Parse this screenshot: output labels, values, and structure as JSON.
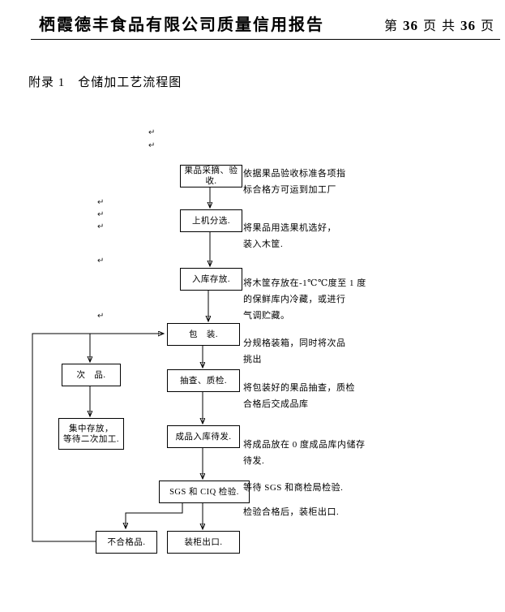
{
  "header": {
    "title": "栖霞德丰食品有限公司质量信用报告",
    "page_prefix": "第",
    "page_current": "36",
    "page_label": "页",
    "page_conj": "共",
    "page_total": "36",
    "page_suffix": "页"
  },
  "appendix_title": "附录 1　仓储加工艺流程图",
  "flowchart": {
    "marks_glyph": "↵",
    "boxes": [
      {
        "id": "pick",
        "label": "果品采摘、验收."
      },
      {
        "id": "sort",
        "label": "上机分选."
      },
      {
        "id": "store",
        "label": "入库存放."
      },
      {
        "id": "pack",
        "label": "包　装."
      },
      {
        "id": "defect",
        "label": "次　品."
      },
      {
        "id": "inspect",
        "label": "抽查、质检."
      },
      {
        "id": "hold",
        "label": "集中存放，\n等待二次加工."
      },
      {
        "id": "finished",
        "label": "成品入库待发."
      },
      {
        "id": "sgs",
        "label": "SGS 和 CIQ 检验."
      },
      {
        "id": "reject",
        "label": "不合格品."
      },
      {
        "id": "export",
        "label": "装柜出口."
      }
    ],
    "notes": [
      {
        "text": "依据果品验收标准各项指\n标合格方可运到加工厂"
      },
      {
        "text": "将果品用选果机选好，\n装入木筐."
      },
      {
        "text": "将木筐存放在-1℃℃度至 1 度\n的保鲜库内冷藏，或进行\n气调贮藏。"
      },
      {
        "text": "分规格装箱，同时将次品\n挑出"
      },
      {
        "text": "将包装好的果品抽查，质检\n合格后交成品库"
      },
      {
        "text": "将成品放在 0 度成品库内储存\n待发."
      },
      {
        "text": "等待 SGS 和商检局检验."
      },
      {
        "text": "检验合格后，装柜出口."
      }
    ]
  }
}
